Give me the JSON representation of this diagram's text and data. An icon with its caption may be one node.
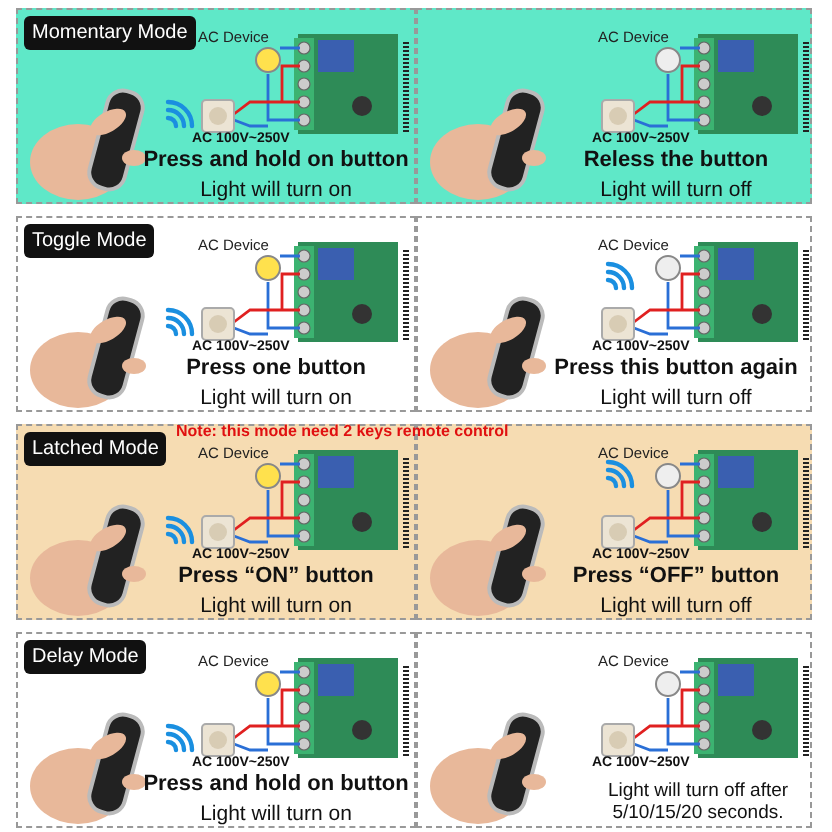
{
  "diagram": {
    "nodes": [
      {
        "text": [
          "Press and hold on button",
          "Light will turn on"
        ]
      },
      {
        "text": [
          "Momentary Mode"
        ],
        "in": 0
      },
      {
        "text": [
          "Reless the button",
          "Light will turn off"
        ]
      },
      {
        "text": [
          "Press one button",
          "Light will turn on"
        ]
      },
      {
        "text": [
          "Toggle Mode"
        ],
        "in": 3
      },
      {
        "text": [
          "Press this button again",
          "Light will turn off"
        ]
      },
      {
        "text": [
          "Press “ON” button",
          "Light will turn on"
        ]
      },
      {
        "text": [
          "Latched Mode"
        ],
        "in": 6
      },
      {
        "text": [
          "Press “OFF” button",
          "Light will turn off"
        ]
      },
      {
        "text": [
          "Press and hold on button",
          "Light will turn on"
        ]
      },
      {
        "text": [
          "Delay Mode"
        ],
        "in": 9
      },
      {
        "text": [
          "Light will turn off after 5/10/15/20 seconds."
        ]
      }
    ],
    "labels": [
      "AC Device",
      "AC 100V~250V",
      "AC Device",
      "AC 100V~250V",
      "AC Device",
      "AC 100V~250V",
      "AC Device",
      "AC 100V~250V",
      "Note: this mode need 2 keys remote control",
      "AC Device",
      "AC 100V~250V",
      "AC Device",
      "AC 100V~250V",
      "AC Device",
      "AC 100V~250V",
      "AC Device",
      "AC 100V~250V"
    ]
  }
}
